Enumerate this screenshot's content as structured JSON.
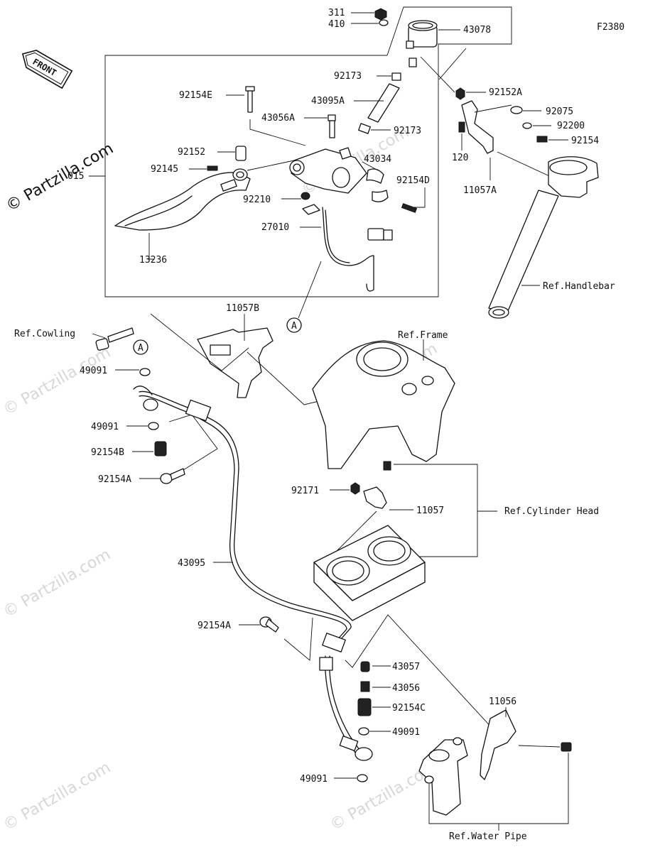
{
  "figure_code": "F2380",
  "front_badge": "FRONT",
  "watermark": "© Partzilla.com",
  "part_labels": {
    "p311": "311",
    "p410": "410",
    "p43078": "43078",
    "p92173a": "92173",
    "p43095a": "43095A",
    "p92154e": "92154E",
    "p43056a": "43056A",
    "p92173b": "92173",
    "p92152": "92152",
    "p92145": "92145",
    "p43034": "43034",
    "p92154d": "92154D",
    "p92210": "92210",
    "p27010": "27010",
    "p13236": "13236",
    "p015": "015",
    "p92152a": "92152A",
    "p92075": "92075",
    "p92200": "92200",
    "p92154": "92154",
    "p120": "120",
    "p11057a": "11057A",
    "p11057b": "11057B",
    "p49091a": "49091",
    "p49091b": "49091",
    "p92154b": "92154B",
    "p92154a1": "92154A",
    "p92171": "92171",
    "p11057": "11057",
    "p43095": "43095",
    "p92154a2": "92154A",
    "p43057": "43057",
    "p43056": "43056",
    "p92154c": "92154C",
    "p49091c": "49091",
    "p49091d": "49091",
    "p11056": "11056"
  },
  "refs": {
    "cowling": "Ref.Cowling",
    "handlebar": "Ref.Handlebar",
    "frame": "Ref.Frame",
    "cylinder_head": "Ref.Cylinder Head",
    "water_pipe": "Ref.Water Pipe"
  },
  "callouts": {
    "a1": "A",
    "a2": "A"
  }
}
